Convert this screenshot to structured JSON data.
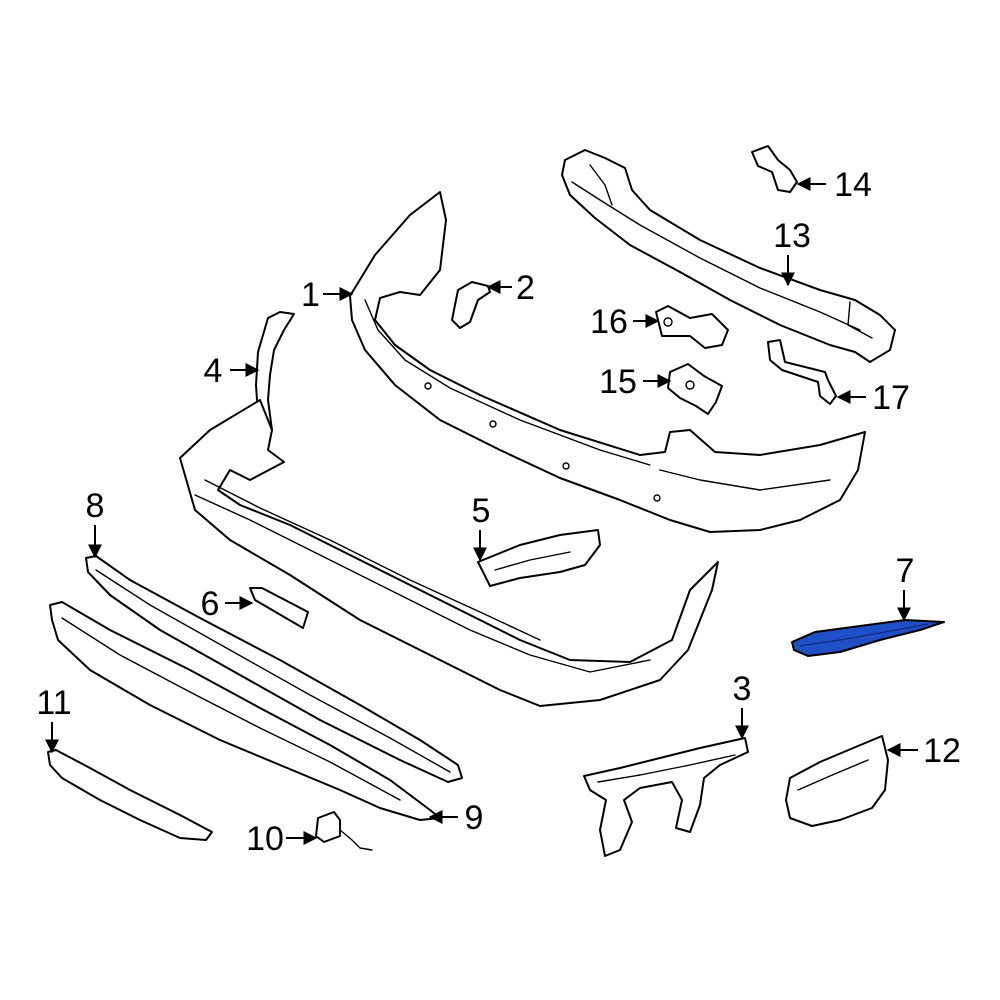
{
  "diagram": {
    "highlight_color": "#1f4fc4",
    "callouts": [
      {
        "id": "1",
        "label": "1"
      },
      {
        "id": "2",
        "label": "2"
      },
      {
        "id": "3",
        "label": "3"
      },
      {
        "id": "4",
        "label": "4"
      },
      {
        "id": "5",
        "label": "5"
      },
      {
        "id": "6",
        "label": "6"
      },
      {
        "id": "7",
        "label": "7"
      },
      {
        "id": "8",
        "label": "8"
      },
      {
        "id": "9",
        "label": "9"
      },
      {
        "id": "10",
        "label": "10"
      },
      {
        "id": "11",
        "label": "11"
      },
      {
        "id": "12",
        "label": "12"
      },
      {
        "id": "13",
        "label": "13"
      },
      {
        "id": "14",
        "label": "14"
      },
      {
        "id": "15",
        "label": "15"
      },
      {
        "id": "16",
        "label": "16"
      },
      {
        "id": "17",
        "label": "17"
      }
    ],
    "highlighted_part": "7"
  }
}
